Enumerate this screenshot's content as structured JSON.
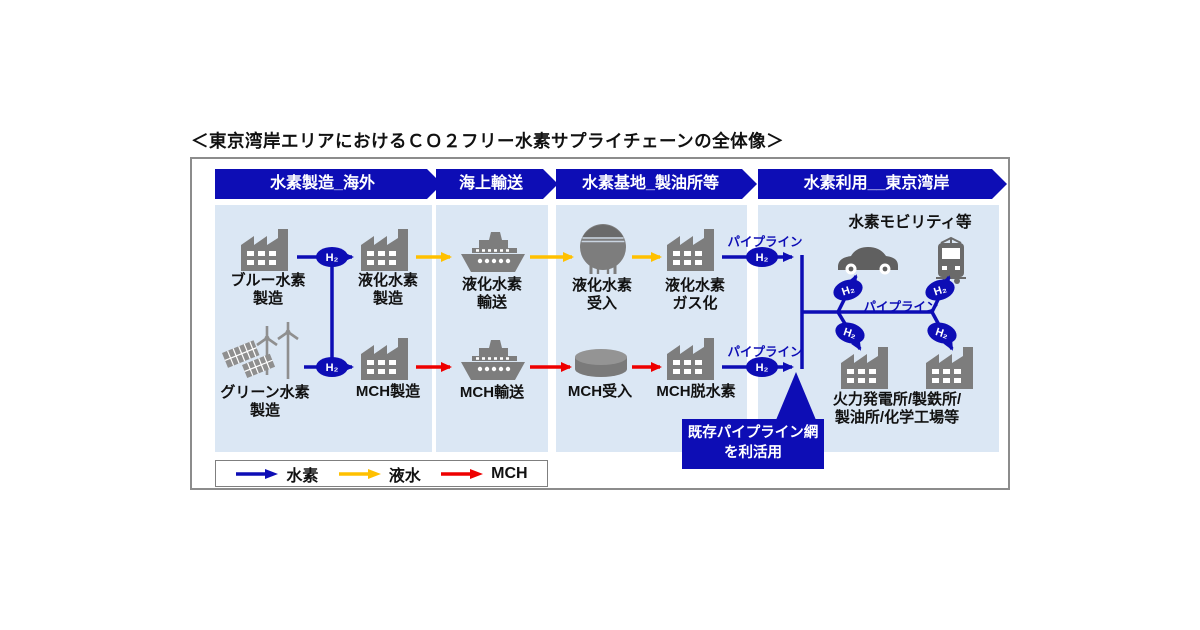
{
  "title": "＜東京湾岸エリアにおけるＣＯ２フリー水素サプライチェーンの全体像＞",
  "headers": [
    "水素製造_海外",
    "海上輸送",
    "水素基地_製油所等",
    "水素利用__東京湾岸"
  ],
  "stages": {
    "production": {
      "blue_hydrogen": "ブルー水素\n製造",
      "liquefaction": "液化水素\n製造",
      "green_hydrogen": "グリーン水素\n製造",
      "mch_production": "MCH製造"
    },
    "transport": {
      "lh2_shipping": "液化水素\n輸送",
      "mch_shipping": "MCH輸送"
    },
    "base": {
      "lh2_receiving": "液化水素\n受入",
      "lh2_gasification": "液化水素\nガス化",
      "mch_receiving": "MCH受入",
      "mch_dehydrogenation": "MCH脱水素"
    },
    "use": {
      "mobility": "水素モビリティ等",
      "industry": "火力発電所/製鉄所/\n製油所/化学工場等"
    }
  },
  "labels": {
    "h2": "H₂",
    "pipeline": "パイプライン",
    "callout": "既存パイプライン網\nを利活用"
  },
  "legend": [
    {
      "label": "水素",
      "color": "#0d0db5"
    },
    {
      "label": "液水",
      "color": "#ffc000"
    },
    {
      "label": "MCH",
      "color": "#ee0000"
    }
  ],
  "colors": {
    "accent_blue": "#0d0db5",
    "liquid_yellow": "#ffc000",
    "mch_red": "#ee0000",
    "panel_blue": "#dbe7f4",
    "icon_gray": "#7d7d7d"
  }
}
